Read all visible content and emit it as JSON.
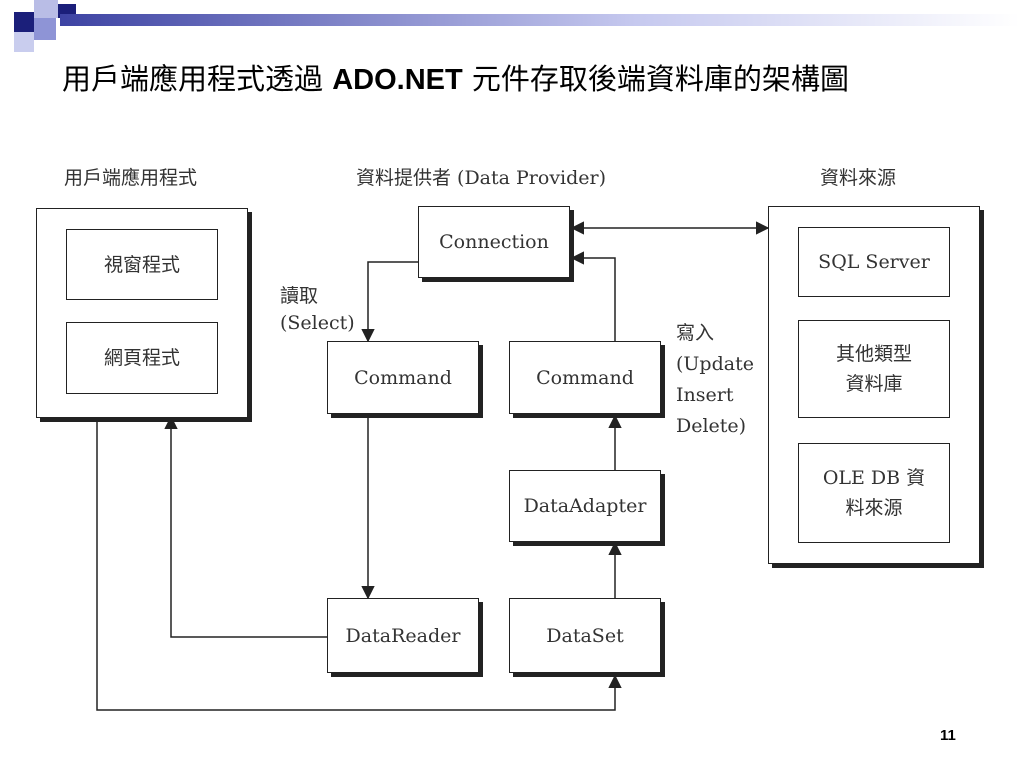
{
  "title": {
    "prefix": "用戶端應用程式透過 ",
    "bold": "ADO.NET",
    "suffix": " 元件存取後端資料庫的架構圖"
  },
  "sections": {
    "client": "用戶端應用程式",
    "provider": "資料提供者 (Data Provider)",
    "source": "資料來源"
  },
  "client_items": [
    "視窗程式",
    "網頁程式"
  ],
  "source_items": [
    "SQL Server",
    "其他類型\n資料庫",
    "OLE DB 資\n料來源"
  ],
  "nodes": {
    "connection": "Connection",
    "command_read": "Command",
    "command_write": "Command",
    "dataadapter": "DataAdapter",
    "datareader": "DataReader",
    "dataset": "DataSet"
  },
  "annotations": {
    "read": "讀取\n(Select)",
    "write": "寫入\n(Update\nInsert\nDelete)"
  },
  "page_number": "11",
  "colors": {
    "deco_dark": "#1b1f7a",
    "deco_light": "#b9bde6"
  }
}
